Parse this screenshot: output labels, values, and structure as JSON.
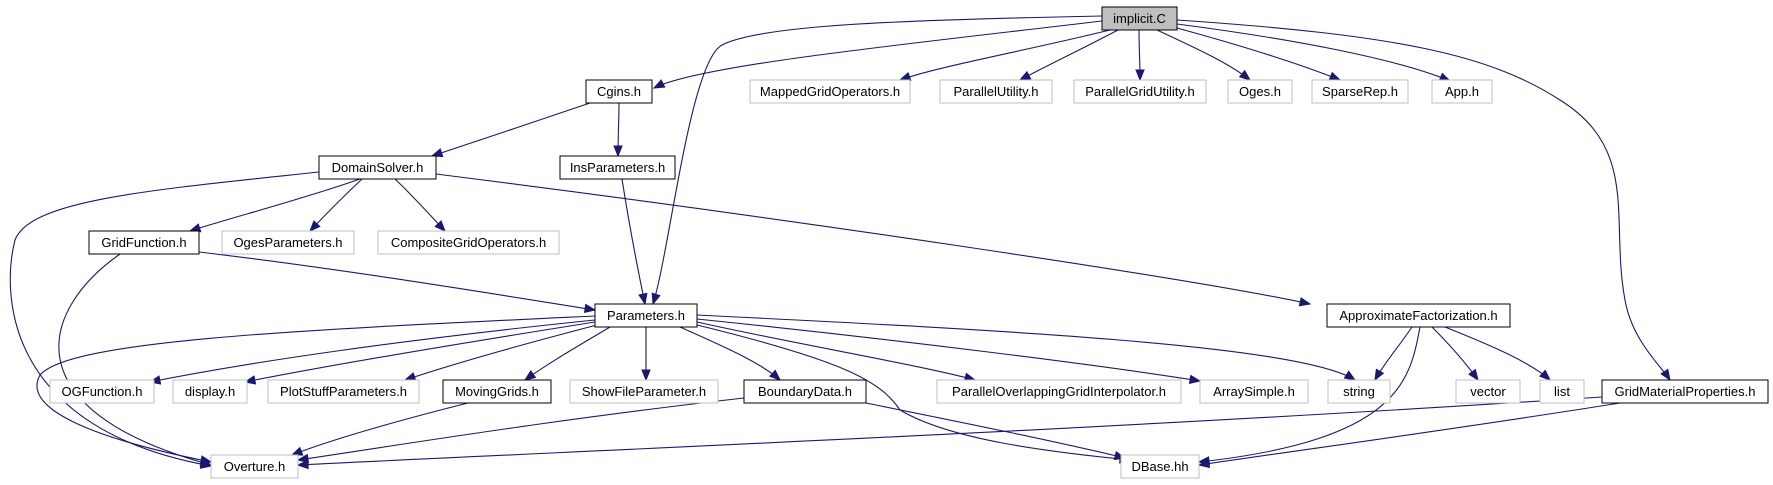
{
  "colors": {
    "edge": "#191970",
    "documented_border": "#000000",
    "external_border": "#bfbfbf",
    "root_fill": "#bfbfbf",
    "node_fill": "#ffffff"
  },
  "nodes": [
    {
      "id": "implicit_C",
      "label": "implicit.C",
      "kind": "root"
    },
    {
      "id": "Cgins_h",
      "label": "Cgins.h",
      "kind": "documented"
    },
    {
      "id": "MappedGridOperators_h",
      "label": "MappedGridOperators.h",
      "kind": "external"
    },
    {
      "id": "ParallelUtility_h",
      "label": "ParallelUtility.h",
      "kind": "external"
    },
    {
      "id": "ParallelGridUtility_h",
      "label": "ParallelGridUtility.h",
      "kind": "external"
    },
    {
      "id": "Oges_h",
      "label": "Oges.h",
      "kind": "external"
    },
    {
      "id": "SparseRep_h",
      "label": "SparseRep.h",
      "kind": "external"
    },
    {
      "id": "App_h",
      "label": "App.h",
      "kind": "external"
    },
    {
      "id": "DomainSolver_h",
      "label": "DomainSolver.h",
      "kind": "documented"
    },
    {
      "id": "InsParameters_h",
      "label": "InsParameters.h",
      "kind": "documented"
    },
    {
      "id": "GridFunction_h",
      "label": "GridFunction.h",
      "kind": "documented"
    },
    {
      "id": "OgesParameters_h",
      "label": "OgesParameters.h",
      "kind": "external"
    },
    {
      "id": "CompositeGridOperators_h",
      "label": "CompositeGridOperators.h",
      "kind": "external"
    },
    {
      "id": "Parameters_h",
      "label": "Parameters.h",
      "kind": "documented"
    },
    {
      "id": "ApproximateFactorization_h",
      "label": "ApproximateFactorization.h",
      "kind": "documented"
    },
    {
      "id": "OGFunction_h",
      "label": "OGFunction.h",
      "kind": "external"
    },
    {
      "id": "display_h",
      "label": "display.h",
      "kind": "external"
    },
    {
      "id": "PlotStuffParameters_h",
      "label": "PlotStuffParameters.h",
      "kind": "external"
    },
    {
      "id": "MovingGrids_h",
      "label": "MovingGrids.h",
      "kind": "documented"
    },
    {
      "id": "ShowFileParameter_h",
      "label": "ShowFileParameter.h",
      "kind": "external"
    },
    {
      "id": "BoundaryData_h",
      "label": "BoundaryData.h",
      "kind": "documented"
    },
    {
      "id": "ParallelOverlappingGridInterpolator_h",
      "label": "ParallelOverlappingGridInterpolator.h",
      "kind": "external"
    },
    {
      "id": "ArraySimple_h",
      "label": "ArraySimple.h",
      "kind": "external"
    },
    {
      "id": "string",
      "label": "string",
      "kind": "external"
    },
    {
      "id": "vector",
      "label": "vector",
      "kind": "external"
    },
    {
      "id": "list",
      "label": "list",
      "kind": "external"
    },
    {
      "id": "GridMaterialProperties_h",
      "label": "GridMaterialProperties.h",
      "kind": "documented"
    },
    {
      "id": "Overture_h",
      "label": "Overture.h",
      "kind": "external"
    },
    {
      "id": "DBase_hh",
      "label": "DBase.hh",
      "kind": "external"
    }
  ],
  "edges": [
    {
      "from": "implicit_C",
      "to": "Cgins_h"
    },
    {
      "from": "implicit_C",
      "to": "MappedGridOperators_h"
    },
    {
      "from": "implicit_C",
      "to": "ParallelUtility_h"
    },
    {
      "from": "implicit_C",
      "to": "ParallelGridUtility_h"
    },
    {
      "from": "implicit_C",
      "to": "Oges_h"
    },
    {
      "from": "implicit_C",
      "to": "SparseRep_h"
    },
    {
      "from": "implicit_C",
      "to": "App_h"
    },
    {
      "from": "implicit_C",
      "to": "Parameters_h"
    },
    {
      "from": "implicit_C",
      "to": "GridMaterialProperties_h"
    },
    {
      "from": "Cgins_h",
      "to": "DomainSolver_h"
    },
    {
      "from": "Cgins_h",
      "to": "InsParameters_h"
    },
    {
      "from": "DomainSolver_h",
      "to": "GridFunction_h"
    },
    {
      "from": "DomainSolver_h",
      "to": "OgesParameters_h"
    },
    {
      "from": "DomainSolver_h",
      "to": "CompositeGridOperators_h"
    },
    {
      "from": "DomainSolver_h",
      "to": "ApproximateFactorization_h"
    },
    {
      "from": "DomainSolver_h",
      "to": "Overture_h"
    },
    {
      "from": "InsParameters_h",
      "to": "Parameters_h"
    },
    {
      "from": "GridFunction_h",
      "to": "Parameters_h"
    },
    {
      "from": "GridFunction_h",
      "to": "Overture_h"
    },
    {
      "from": "Parameters_h",
      "to": "OGFunction_h"
    },
    {
      "from": "Parameters_h",
      "to": "display_h"
    },
    {
      "from": "Parameters_h",
      "to": "PlotStuffParameters_h"
    },
    {
      "from": "Parameters_h",
      "to": "MovingGrids_h"
    },
    {
      "from": "Parameters_h",
      "to": "ShowFileParameter_h"
    },
    {
      "from": "Parameters_h",
      "to": "BoundaryData_h"
    },
    {
      "from": "Parameters_h",
      "to": "ParallelOverlappingGridInterpolator_h"
    },
    {
      "from": "Parameters_h",
      "to": "ArraySimple_h"
    },
    {
      "from": "Parameters_h",
      "to": "string"
    },
    {
      "from": "Parameters_h",
      "to": "Overture_h"
    },
    {
      "from": "Parameters_h",
      "to": "DBase_hh"
    },
    {
      "from": "ApproximateFactorization_h",
      "to": "string"
    },
    {
      "from": "ApproximateFactorization_h",
      "to": "vector"
    },
    {
      "from": "ApproximateFactorization_h",
      "to": "list"
    },
    {
      "from": "ApproximateFactorization_h",
      "to": "DBase_hh"
    },
    {
      "from": "MovingGrids_h",
      "to": "Overture_h"
    },
    {
      "from": "BoundaryData_h",
      "to": "Overture_h"
    },
    {
      "from": "BoundaryData_h",
      "to": "DBase_hh"
    },
    {
      "from": "GridMaterialProperties_h",
      "to": "Overture_h"
    },
    {
      "from": "GridMaterialProperties_h",
      "to": "DBase_hh"
    }
  ]
}
